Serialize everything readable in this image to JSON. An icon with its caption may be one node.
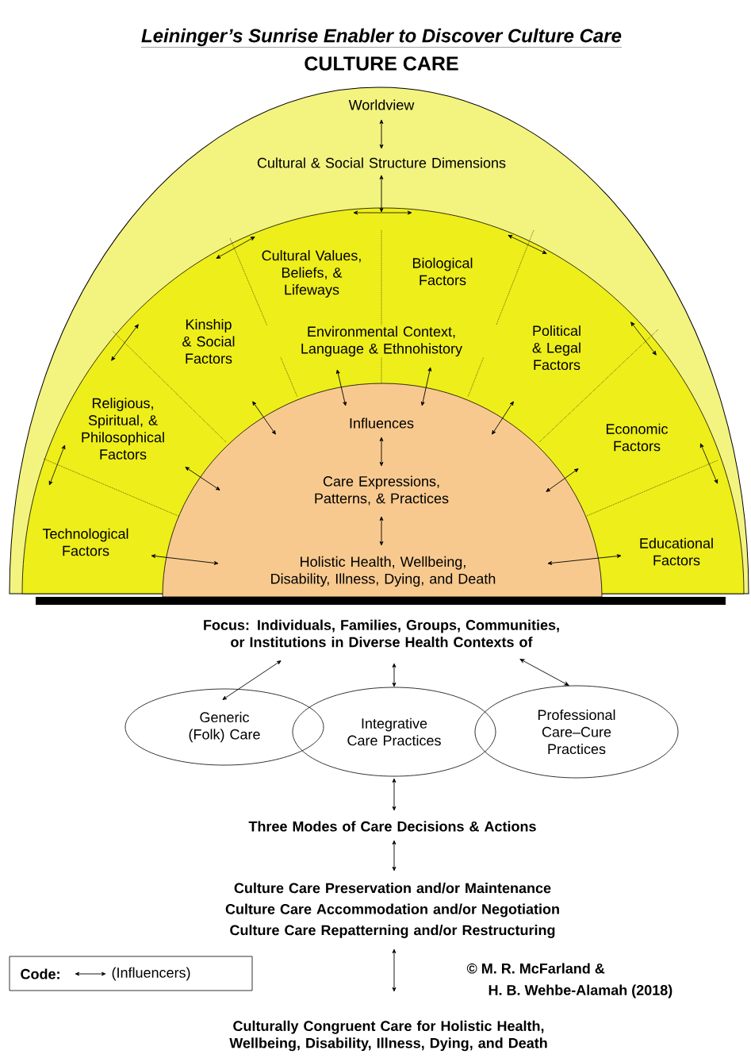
{
  "diagram": {
    "title": "Leininger’s Sunrise Enabler to Discover Culture Care",
    "nodes": [
      {
        "text": [
          "Worldview"
        ]
      },
      {
        "text": [
          "Cultural & Social Structure Dimensions"
        ]
      },
      {
        "text": [
          "Cultural Values, Beliefs, & Lifeways"
        ]
      },
      {
        "text": [
          "Biological Factors"
        ]
      },
      {
        "text": [
          "Kinship & Social Factors"
        ]
      },
      {
        "text": [
          "Environmental Context, Language & Ethnohistory"
        ]
      },
      {
        "text": [
          "Political & Legal Factors"
        ]
      },
      {
        "text": [
          "Religious, Spiritual, & Philosophical Factors"
        ]
      },
      {
        "text": [
          "Economic Factors"
        ]
      },
      {
        "text": [],
        "shape": "semicircle"
      },
      {
        "text": [
          "Influences"
        ],
        "in": 9
      },
      {
        "text": [
          "Care Expressions, Patterns, & Practices"
        ],
        "in": 9
      },
      {
        "text": [
          "Technological Factors"
        ]
      },
      {
        "text": [
          "Holistic Health, Wellbeing, Disability, Illness, Dying, and Death"
        ],
        "in": 9
      },
      {
        "text": [
          "Educational Factors"
        ]
      },
      {
        "text": [
          "Focus: Individuals, Families, Groups, Communities, or Institutions in Diverse Health Contexts of"
        ]
      },
      {
        "text": [
          "Generic (Folk) Care"
        ]
      },
      {
        "text": [
          "Integrative Care Practices"
        ]
      },
      {
        "text": [
          "Professional Care–Cure Practices"
        ]
      },
      {
        "text": [
          "Three Modes of Care Decisions & Actions"
        ]
      },
      {
        "text": [
          "Culture Care Preservation and/or Maintenance",
          "Culture Care Accommodation and/or Negotiation",
          "Culture Care Repatterning and/or Restructuring"
        ]
      },
      {
        "text": [
          "Culturally Congruent Care for Holistic Health, Wellbeing, Disability, Illness, Dying, and Death"
        ]
      }
    ],
    "edges": [
      {
        "from": 0,
        "to": 1,
        "arrow": "both"
      },
      {
        "from": 1,
        "to": null,
        "arrow": "both"
      },
      {
        "from": 5,
        "to": 10,
        "arrow": "both"
      },
      {
        "from": 5,
        "to": 10,
        "arrow": "both"
      },
      {
        "from": 4,
        "to": 9,
        "arrow": "both"
      },
      {
        "from": 6,
        "to": 9,
        "arrow": "both"
      },
      {
        "from": 7,
        "to": 9,
        "arrow": "both"
      },
      {
        "from": 8,
        "to": 9,
        "arrow": "both"
      },
      {
        "from": 10,
        "to": 11,
        "arrow": "both"
      },
      {
        "from": 11,
        "to": 13,
        "arrow": "both"
      },
      {
        "from": 12,
        "to": 13,
        "arrow": "both"
      },
      {
        "from": 14,
        "to": 13,
        "arrow": "both"
      },
      {
        "from": 15,
        "to": 16,
        "arrow": "both"
      },
      {
        "from": 15,
        "to": 17,
        "arrow": "both"
      },
      {
        "from": 15,
        "to": 18,
        "arrow": "both"
      },
      {
        "from": 17,
        "to": 19,
        "arrow": "both"
      },
      {
        "from": 19,
        "to": 20,
        "arrow": "both"
      },
      {
        "from": 20,
        "to": 21,
        "arrow": "both"
      }
    ],
    "labels": [
      "CULTURE CARE",
      "Code:",
      "© M. R. McFarland &",
      "H. B. Wehbe-Alamah (2018)"
    ],
    "legend": [
      {
        "text": "(Influencers)"
      }
    ]
  }
}
